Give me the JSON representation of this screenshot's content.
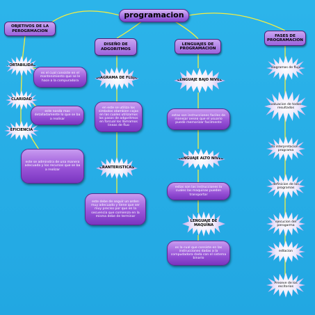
{
  "title": "programacion",
  "headers": {
    "objetivos": "OBJETIVOS DE LA PEROGRMACION",
    "diseno": "DISEÑO DE ADGORITMOS",
    "lenguajes": "LENGUAJES DE PROGRAMACION",
    "fases": "FASES DE PROGRAMACION"
  },
  "objetivos": {
    "portabilidad": "PORTABILIDAD",
    "portabilidad_desc": "es el cual consiste en el mantenimiento que se le hace a la compuradora",
    "claridad": "CLARIDAD",
    "claridad_desc": "este nosda mas detalladamente lo que se ba a realisar",
    "eficiencia": "EFICIENCIA",
    "eficiencia_desc": "este se adminstra de una manera adecuada y los recursos que se ba a realizar"
  },
  "diseno": {
    "diagrama": "DIAGRAMA DE FLUJO",
    "diagrama_desc": "en este se utiliza los simbolos otambien cajas en las cuales utilizamos los pasos de adgoritmos en forcual los llamamos lineas de fluo",
    "caracteristicas": "CRANTERISTICAS",
    "caracteristicas_desc": "este debe de seguir un orden muy adecuado y tiene que ser muy preciso por que en la secuencia que comienza en la misma debe de terminar"
  },
  "lenguajes": {
    "bajo": "LENGUAJE BAJO NIVEL",
    "bajo_desc": "estas son instrucciones faciles de manejar oesea que el usuario puede memorizar facilmente",
    "alto": "LENGUAJE ALTO NIVEL",
    "alto_desc": "estas son las instrucciones la cuales las maquinas pueden transportar",
    "maquina": "LENGUAJE DE MAQUINA",
    "maquina_desc": "es la cual que consiste en las instrucciones dadas a la compudadora dada con el sistema binario"
  },
  "fases": {
    "items": [
      "diagramas de flujo",
      "la evaluacion de todos los resultados",
      "toda interpretacion del programa",
      "definicion de los programas",
      "ejecucion del perogarma",
      "edtacion",
      "Preseve de los escitorios"
    ]
  },
  "colors": {
    "background": "#28aee6",
    "connector": "#f5ee42",
    "node_fill": "#9a55d8",
    "star_fill": "#eee8fb"
  }
}
